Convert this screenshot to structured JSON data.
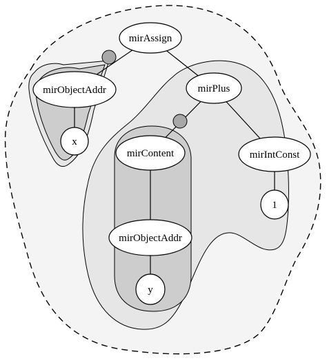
{
  "diagram": {
    "nodes": {
      "mir_assign": "mirAssign",
      "mir_object_addr_left": "mirObjectAddr",
      "x_leaf": "x",
      "mir_plus": "mirPlus",
      "mir_content": "mirContent",
      "mir_int_const": "mirIntConst",
      "mir_object_addr_inner": "mirObjectAddr",
      "one_leaf": "1",
      "y_leaf": "y"
    }
  }
}
